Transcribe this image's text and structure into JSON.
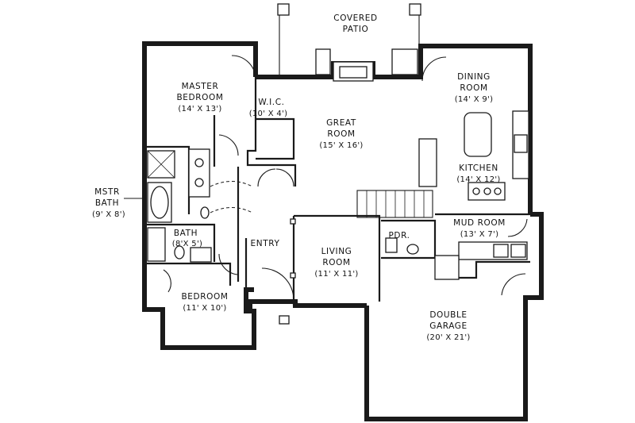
{
  "rooms": {
    "covered_patio": {
      "line1": "COVERED",
      "line2": "PATIO"
    },
    "master_bedroom": {
      "line1": "MASTER",
      "line2": "BEDROOM",
      "dims": "(14' X 13')"
    },
    "wic": {
      "line1": "W.I.C.",
      "dims": "(10' X 4')"
    },
    "great_room": {
      "line1": "GREAT",
      "line2": "ROOM",
      "dims": "(15' X 16')"
    },
    "dining_room": {
      "line1": "DINING",
      "line2": "ROOM",
      "dims": "(14' X 9')"
    },
    "kitchen": {
      "line1": "KITCHEN",
      "dims": "(14' X 12')"
    },
    "master_bath": {
      "line1": "MSTR",
      "line2": "BATH",
      "dims": "(9' X 8')"
    },
    "bath": {
      "line1": "BATH",
      "dims": "(8'X 5')"
    },
    "entry": {
      "line1": "ENTRY"
    },
    "living_room": {
      "line1": "LIVING",
      "line2": "ROOM",
      "dims": "(11' X 11')"
    },
    "pdr": {
      "line1": "PDR."
    },
    "mud_room": {
      "line1": "MUD ROOM",
      "dims": "(13' X 7')"
    },
    "bedroom": {
      "line1": "BEDROOM",
      "dims": "(11' X 10')"
    },
    "double_garage": {
      "line1": "DOUBLE",
      "line2": "GARAGE",
      "dims": "(20' X 21')"
    }
  }
}
